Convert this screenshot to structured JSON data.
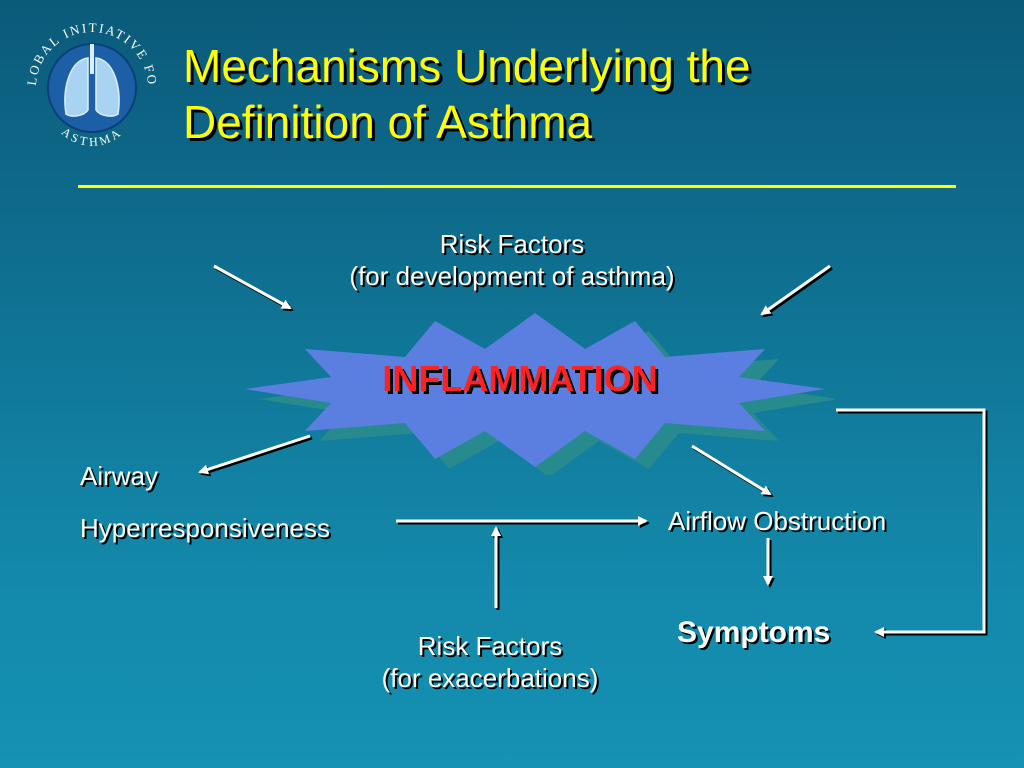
{
  "slide": {
    "title_line1": "Mechanisms Underlying the",
    "title_line2": "Definition of Asthma"
  },
  "logo": {
    "text_top": "GLOBAL INITIATIVE FOR",
    "text_bottom": "ASTHMA"
  },
  "diagram": {
    "risk_factors_top": "Risk Factors",
    "risk_factors_top_sub": "(for development of asthma)",
    "center": "INFLAMMATION",
    "airway_line1": "Airway",
    "airway_line2": "Hyperresponsiveness",
    "airflow": "Airflow Obstruction",
    "symptoms": "Symptoms",
    "risk_factors_bottom": "Risk Factors",
    "risk_factors_bottom_sub": "(for exacerbations)"
  },
  "colors": {
    "background": "#1386a8",
    "title": "#ffff00",
    "center_text": "#ff2222",
    "burst": "#5b7fe0"
  }
}
